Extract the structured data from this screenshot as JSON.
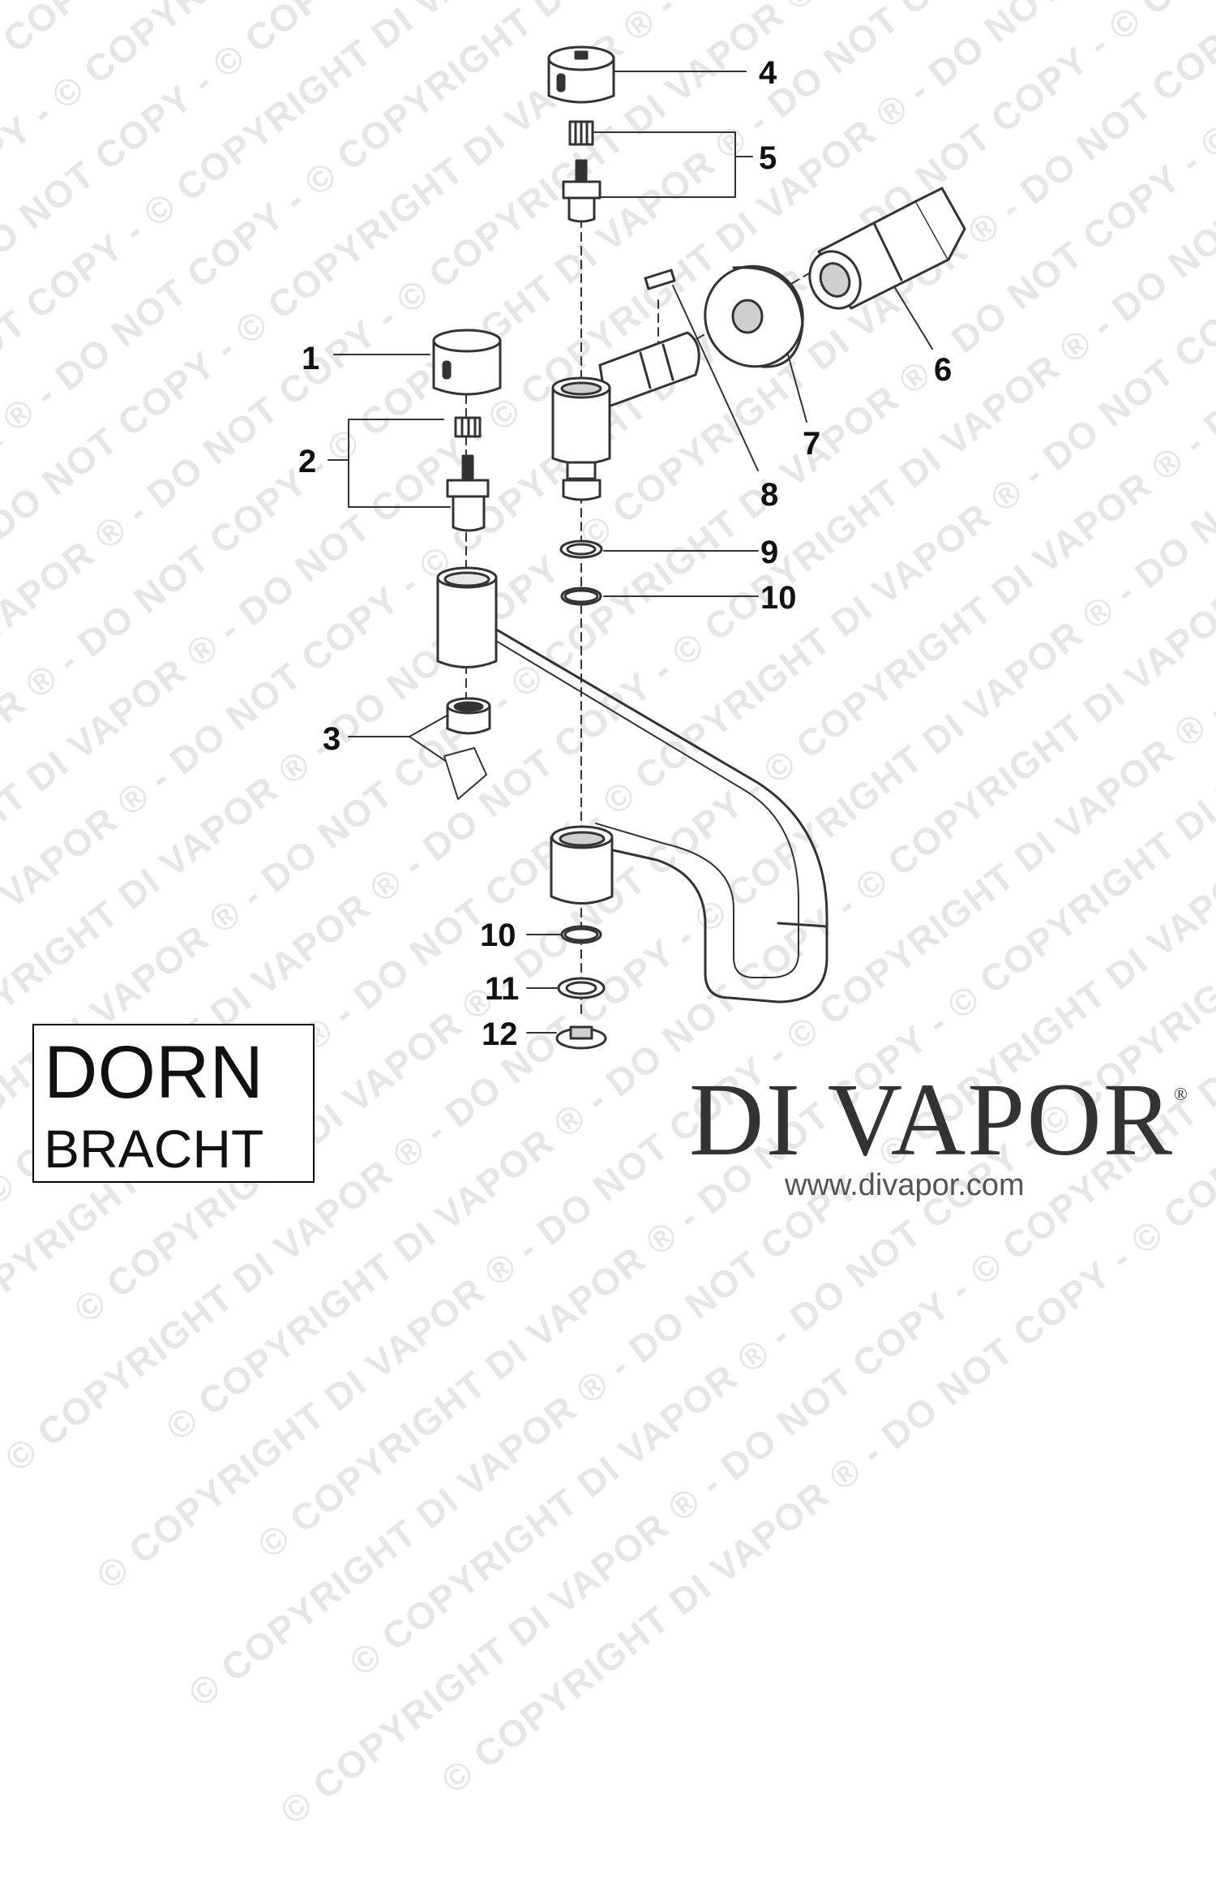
{
  "watermark": {
    "text": "© COPYRIGHT DI VAPOR ® - DO NOT COPY -"
  },
  "callouts": [
    "1",
    "2",
    "3",
    "4",
    "5",
    "6",
    "7",
    "8",
    "9",
    "10",
    "10",
    "11",
    "12"
  ],
  "brand": {
    "line1": "DORN",
    "line2": "BRACHT"
  },
  "divapor": {
    "name": "DI VAPOR",
    "reg": "®",
    "url": "www.divapor.com"
  },
  "colors": {
    "ink": "#333333",
    "watermark": "#e6e6e6"
  }
}
